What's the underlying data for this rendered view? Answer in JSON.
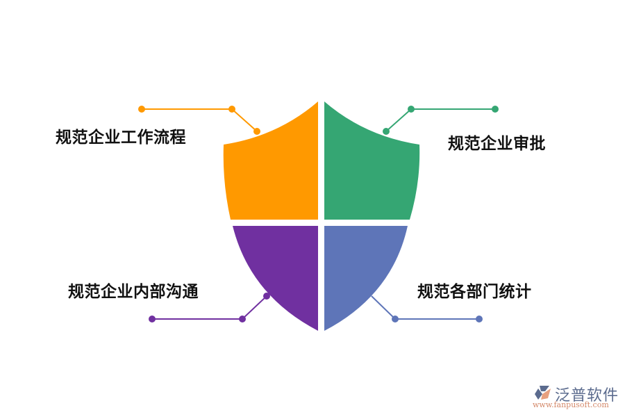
{
  "diagram": {
    "type": "shield-quadrants",
    "quadrants": [
      {
        "id": "top-left",
        "label": "规范企业工作流程",
        "color": "#FF9900"
      },
      {
        "id": "top-right",
        "label": "规范企业审批",
        "color": "#35A673"
      },
      {
        "id": "bottom-left",
        "label": "规范企业内部沟通",
        "color": "#7030A0"
      },
      {
        "id": "bottom-right",
        "label": "规范各部门统计",
        "color": "#5E75B8"
      }
    ]
  },
  "logo": {
    "name": "泛普软件",
    "url": "www.fanpusoft.com"
  }
}
